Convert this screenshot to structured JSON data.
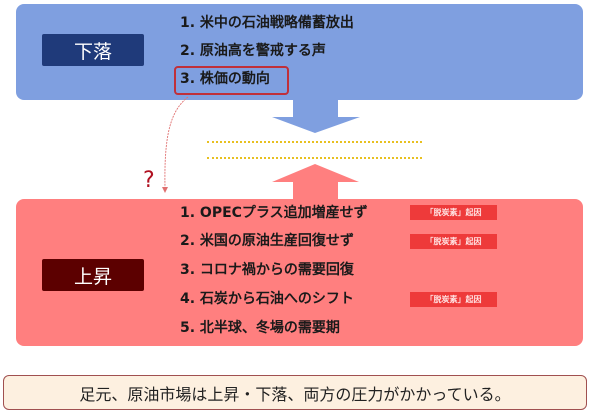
{
  "down_panel": {
    "label": "下落",
    "items": [
      "1. 米中の石油戦略備蓄放出",
      "2. 原油高を警戒する声",
      "3. 株価の動向"
    ],
    "highlighted_item_index": 2,
    "color": "#7f9fe0",
    "label_color": "#1f3a7a"
  },
  "connector": {
    "question_mark": "?"
  },
  "up_panel": {
    "label": "上昇",
    "items": [
      "1. OPECプラス追加増産せず",
      "2. 米国の原油生産回復せず",
      "3. コロナ禍からの需要回復",
      "4. 石炭から石油へのシフト",
      "5. 北半球、冬場の需要期"
    ],
    "tags": [
      {
        "item_index": 0,
        "text": "「脱炭素」起因"
      },
      {
        "item_index": 1,
        "text": "「脱炭素」起因"
      },
      {
        "item_index": 3,
        "text": "「脱炭素」起因"
      }
    ],
    "color": "#ff7f7f",
    "label_color": "#5c0000",
    "tag_color": "#ee3a3a"
  },
  "conclusion": {
    "text": "足元、原油市場は上昇・下落、両方の圧力がかかっている。"
  }
}
